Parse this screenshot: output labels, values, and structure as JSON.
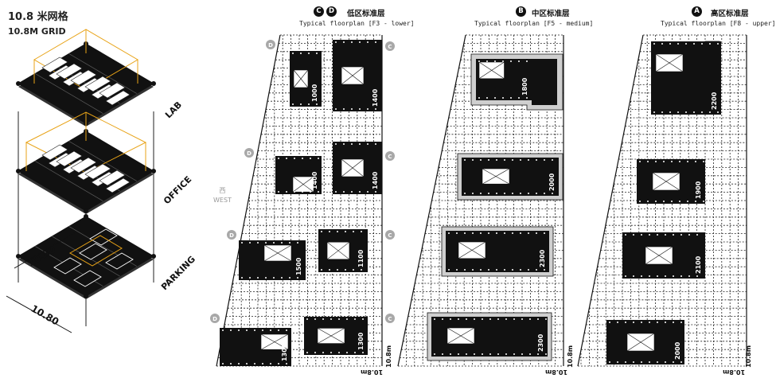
{
  "title": {
    "cn": "10.8 米网格",
    "en": "10.8M GRID"
  },
  "axon": {
    "layers": [
      {
        "label": "LAB"
      },
      {
        "label": "OFFICE"
      },
      {
        "label": "PARKING"
      }
    ],
    "dim_a": "10.80",
    "dim_b": "10.80"
  },
  "west": {
    "cn": "西",
    "en": "WEST"
  },
  "plans": [
    {
      "badges": [
        "C",
        "D"
      ],
      "title_cn": "低区标准层",
      "title_en": "Typical floorplan [F3 - lower]",
      "scale": "10.8m",
      "blocks": [
        {
          "tag": "D",
          "label": "1000"
        },
        {
          "tag": "C",
          "label": "1400"
        },
        {
          "tag": "D",
          "label": "1400"
        },
        {
          "tag": "C",
          "label": "1400"
        },
        {
          "tag": "D",
          "label": "1500"
        },
        {
          "tag": "C",
          "label": "1100"
        },
        {
          "tag": "D",
          "label": "1300"
        },
        {
          "tag": "C",
          "label": "1300"
        }
      ]
    },
    {
      "badges": [
        "B"
      ],
      "title_cn": "中区标准层",
      "title_en": "Typical floorplan [F5 - medium]",
      "scale": "10.8m",
      "blocks": [
        {
          "label": "1800"
        },
        {
          "label": "2000"
        },
        {
          "label": "2300"
        },
        {
          "label": "2300"
        }
      ]
    },
    {
      "badges": [
        "A"
      ],
      "title_cn": "高区标准层",
      "title_en": "Typical floorplan [F8 - upper]",
      "scale": "10.8m",
      "blocks": [
        {
          "label": "2200"
        },
        {
          "label": "1900"
        },
        {
          "label": "2100"
        },
        {
          "label": "2000"
        }
      ]
    }
  ],
  "colors": {
    "ink": "#111111",
    "accent": "#e8a317",
    "tag": "#a8a8a8",
    "hatch": "#cfcfcf"
  }
}
